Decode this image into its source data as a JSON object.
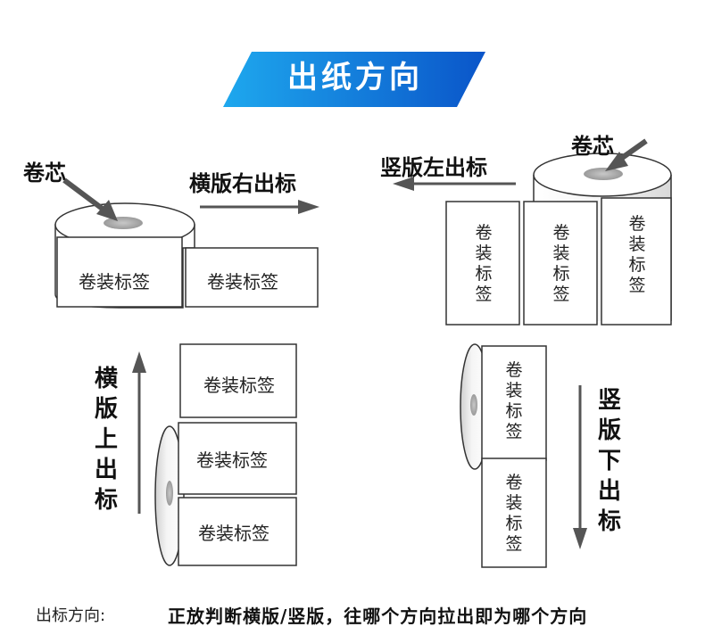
{
  "title": "出纸方向",
  "colors": {
    "banner_light": "#1ea8ee",
    "banner_dark": "#0a55c9",
    "banner_text": "#ffffff"
  },
  "label_text": "卷装标签",
  "core_label": "卷芯",
  "quadrants": {
    "top_left": {
      "direction": "横版右出标",
      "arrow": "right"
    },
    "top_right": {
      "direction": "竖版左出标",
      "arrow": "left"
    },
    "bottom_left": {
      "direction": "横版上出标",
      "arrow": "up"
    },
    "bottom_right": {
      "direction": "竖版下出标",
      "arrow": "down"
    }
  },
  "footer": {
    "label": "出标方向:",
    "text": "正放判断横版/竖版，往哪个方向拉出即为哪个方向"
  }
}
